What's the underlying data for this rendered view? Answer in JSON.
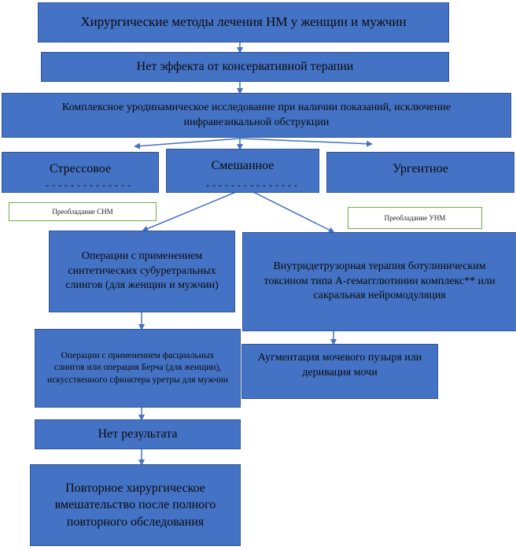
{
  "diagram": {
    "title": "Хирургические методы лечения НМ у женщин и мужчин",
    "no_effect": "Нет эффекта от консервативной терапии",
    "study": "Комплексное уродинамическое исследование при наличии показаний, исключение инфравезикальной обструкции",
    "types": {
      "stress": "Стрессовое",
      "mixed": "Смешанное",
      "urgent": "Ургентное"
    },
    "dashes": {
      "stress": "- - - - - - - - - - - - - -",
      "mixed": "- - - - - - - - - - - - - - -"
    },
    "labels": {
      "predominant_snm": "Преобладание СНМ",
      "predominant_unm": "Преобладание УНМ"
    },
    "sling_operations": "Операции с применением синтетических субуретральных слингов (для женщин и мужчин)",
    "botox": "Внутридетрузорная терапия ботулиническим токсином типа А-гемагглютинин комплекс** или сакральная нейромодуляция",
    "fascial_operations": "Операции с применением фасциальных слингов или операция Берча (для женщин), искусственного сфинктера уретры для мужчин",
    "augmentation": "Аугментация мочевого пузыря или деривация мочи",
    "no_result": "Нет результата",
    "repeat_surgery": "Повторное хирургическое вмешательство после полного повторного обследования"
  },
  "colors": {
    "box": "#4472c4",
    "arrow": "#4472c4",
    "label_border": "#70ad47"
  }
}
